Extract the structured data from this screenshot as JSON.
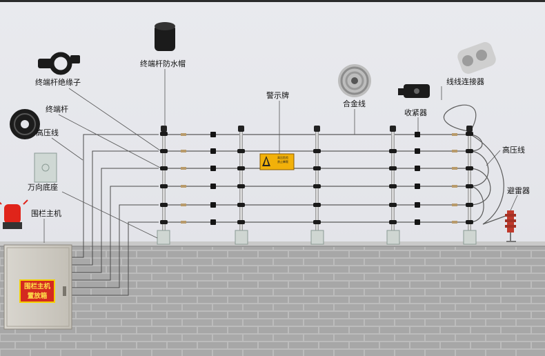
{
  "labels": {
    "waterproof_cap": "终端杆防水帽",
    "insulator": "终端杆绝缘子",
    "warning_sign": "警示牌",
    "alloy_wire": "合金线",
    "connector": "线线连接器",
    "tensioner": "收紧器",
    "end_pole": "终端杆",
    "hv_wire": "高压线",
    "swivel_base": "万向底座",
    "main_unit": "围栏主机",
    "arrester": "避雷器"
  },
  "box": {
    "line1": "围栏主机",
    "line2": "置放箱"
  },
  "sign": {
    "line1": "高压危险",
    "line2": "禁止攀爬"
  },
  "colors": {
    "wall": "#b0b0b0",
    "box_label_bg": "#d42a20",
    "box_label_text": "#ffe04a",
    "sign_bg": "#f2b10a",
    "arrester": "#c0392b"
  }
}
